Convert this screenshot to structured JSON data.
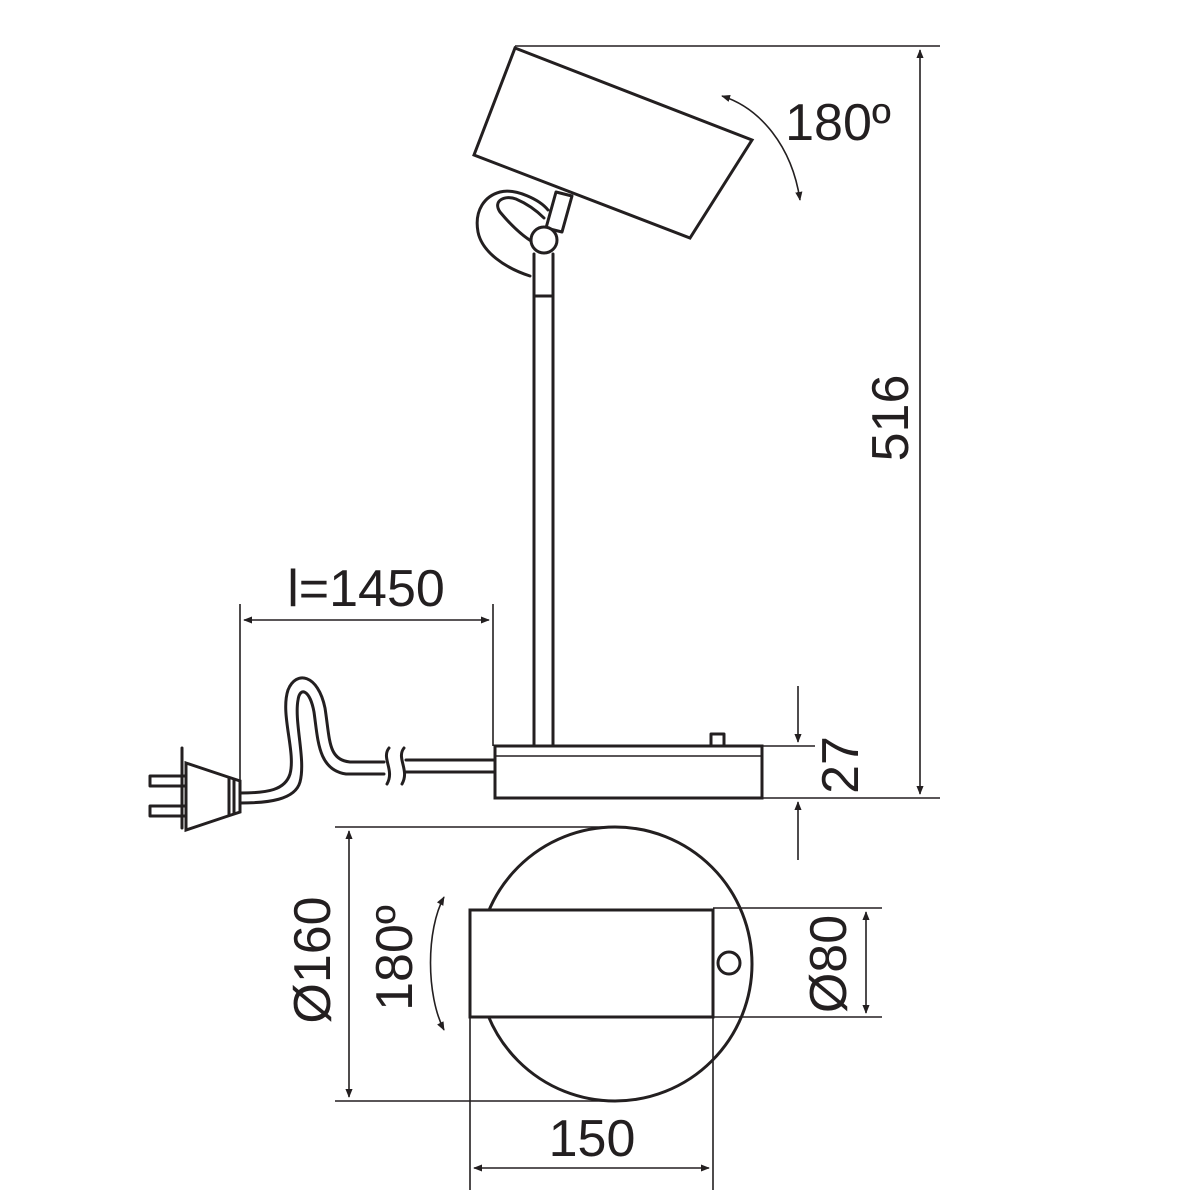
{
  "dimensions": {
    "height": "516",
    "base_height": "27",
    "cable_length": "l=1450",
    "head_rotation_side": "180º",
    "head_rotation_top": "180º",
    "base_diameter": "Ø160",
    "head_diameter": "Ø80",
    "head_length": "150"
  }
}
